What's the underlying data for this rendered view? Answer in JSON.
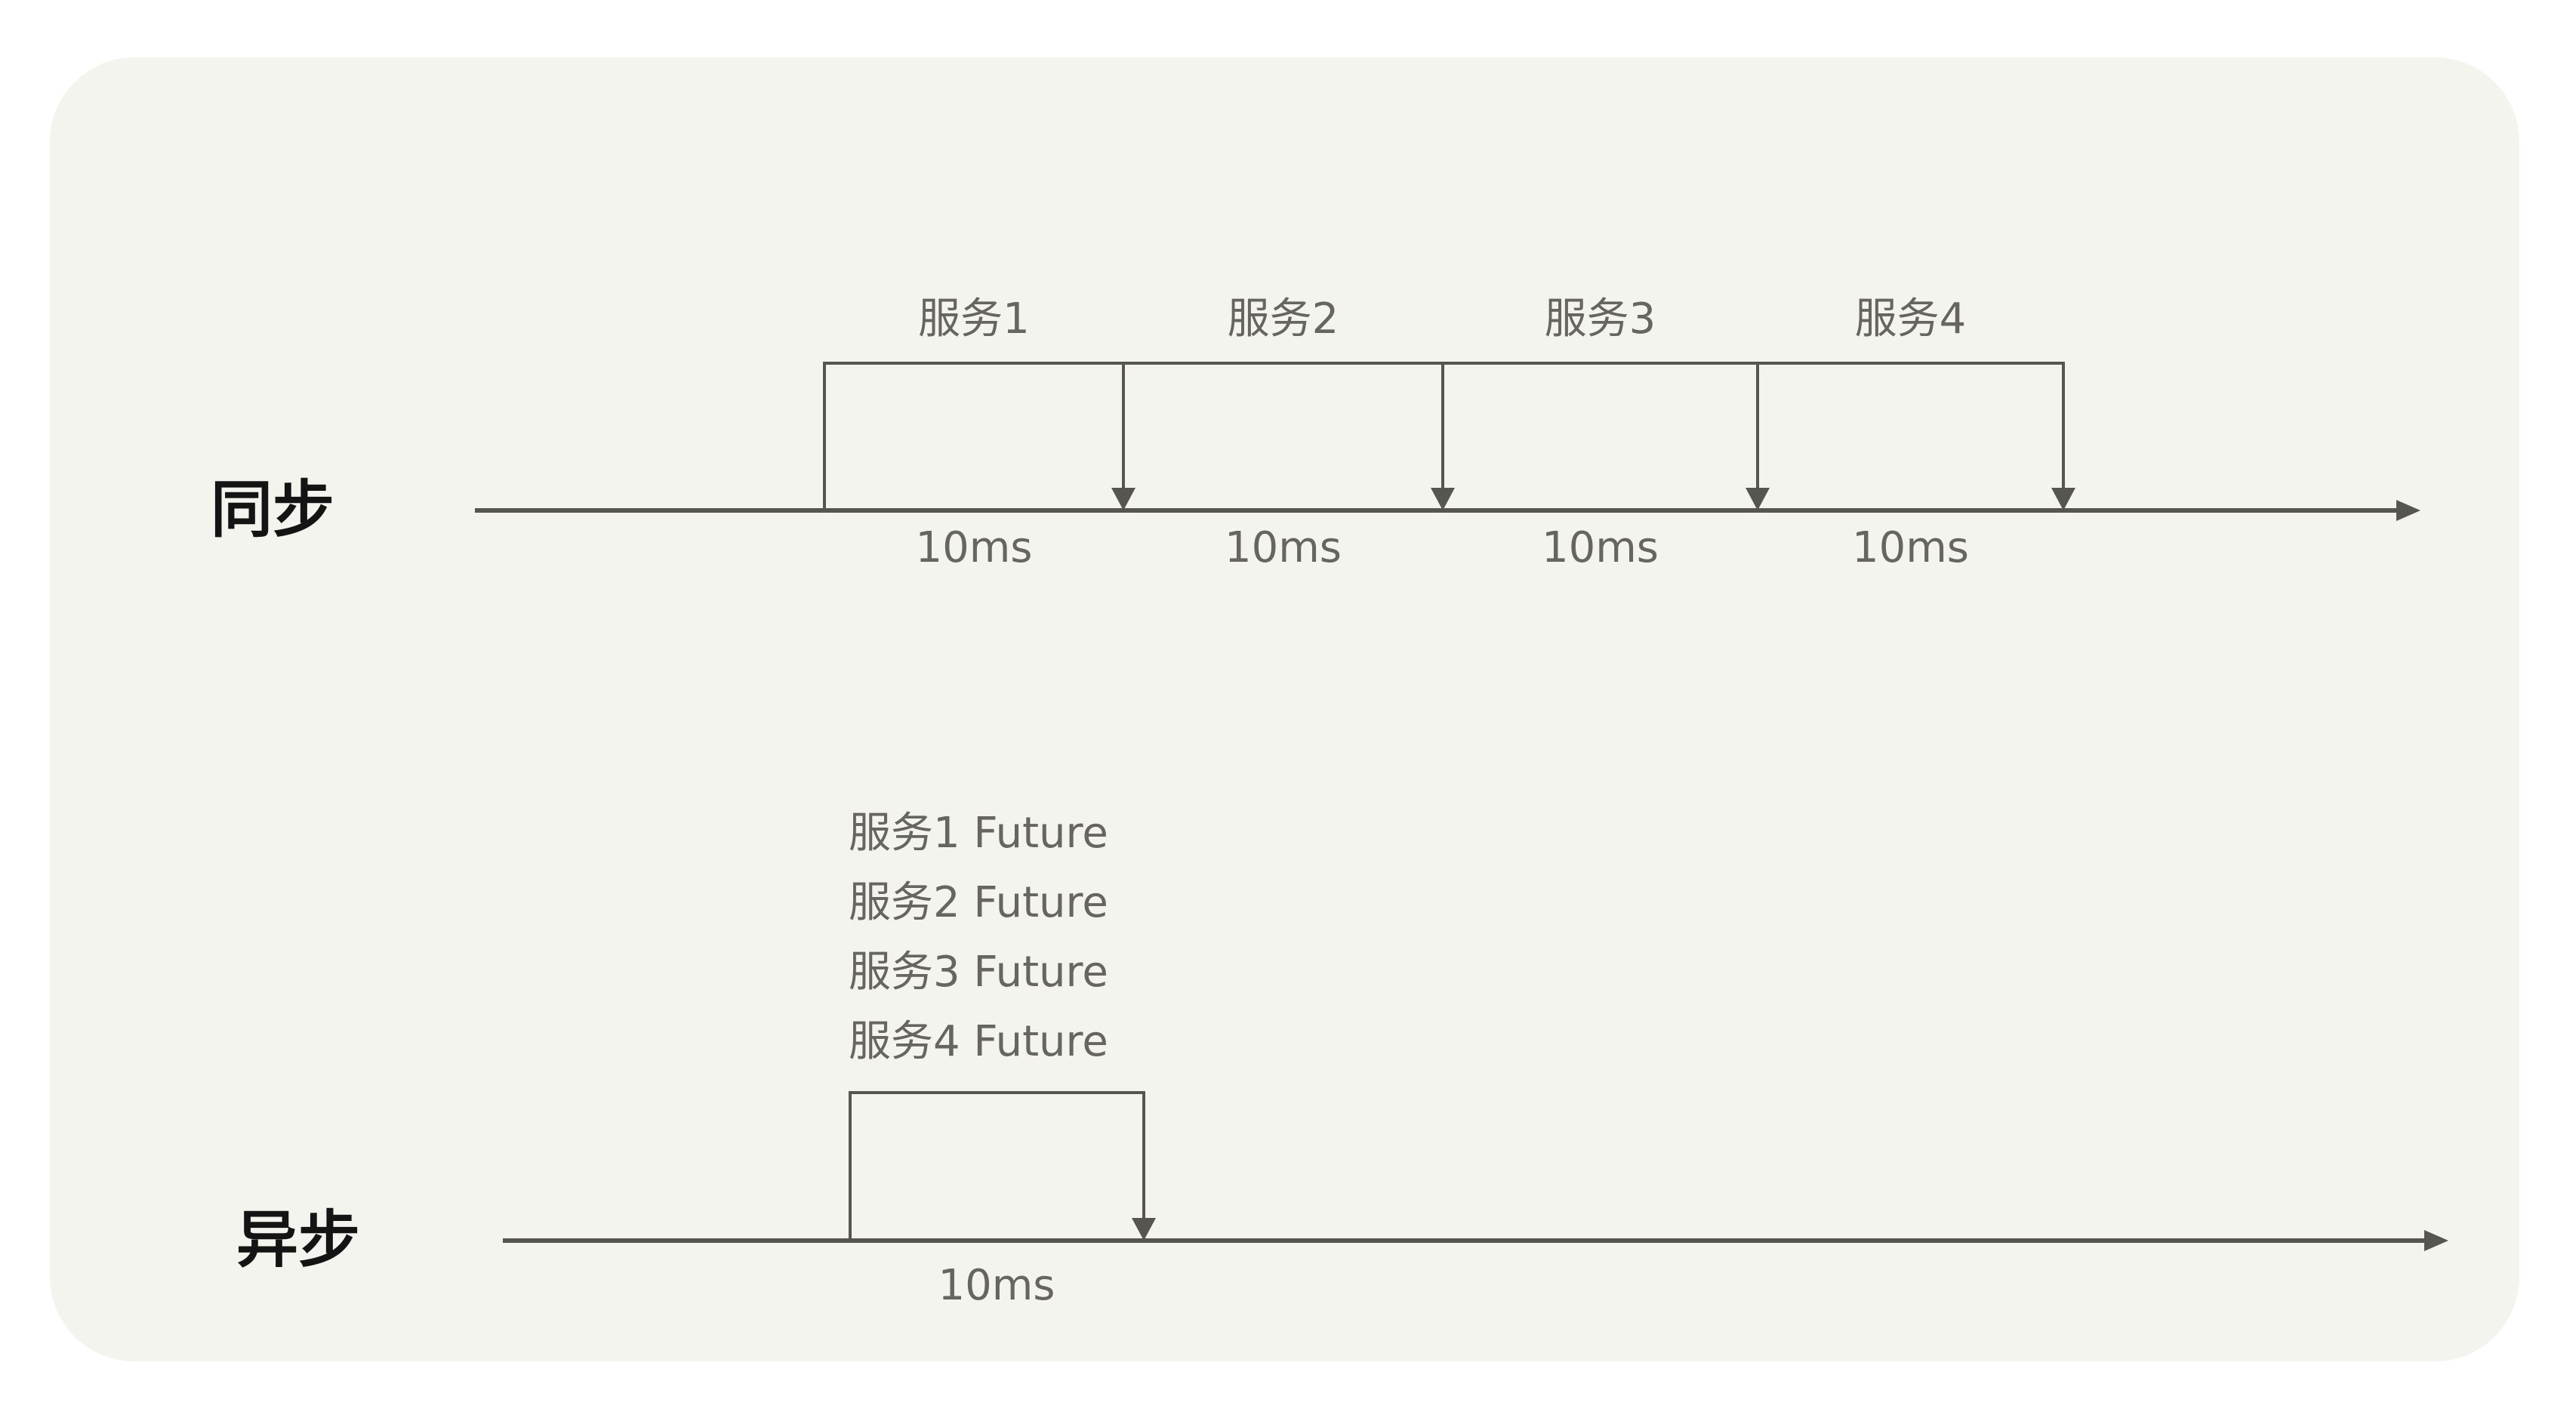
{
  "colors": {
    "card_bg": "#f4f4ee",
    "line": "#57554f",
    "text_muted": "#67655f",
    "text_strong": "#141414"
  },
  "sync": {
    "row_label": "同步",
    "services": [
      {
        "name": "服务1",
        "duration": "10ms"
      },
      {
        "name": "服务2",
        "duration": "10ms"
      },
      {
        "name": "服务3",
        "duration": "10ms"
      },
      {
        "name": "服务4",
        "duration": "10ms"
      }
    ]
  },
  "async": {
    "row_label": "异步",
    "futures": [
      "服务1 Future",
      "服务2 Future",
      "服务3 Future",
      "服务4 Future"
    ],
    "duration": "10ms"
  }
}
